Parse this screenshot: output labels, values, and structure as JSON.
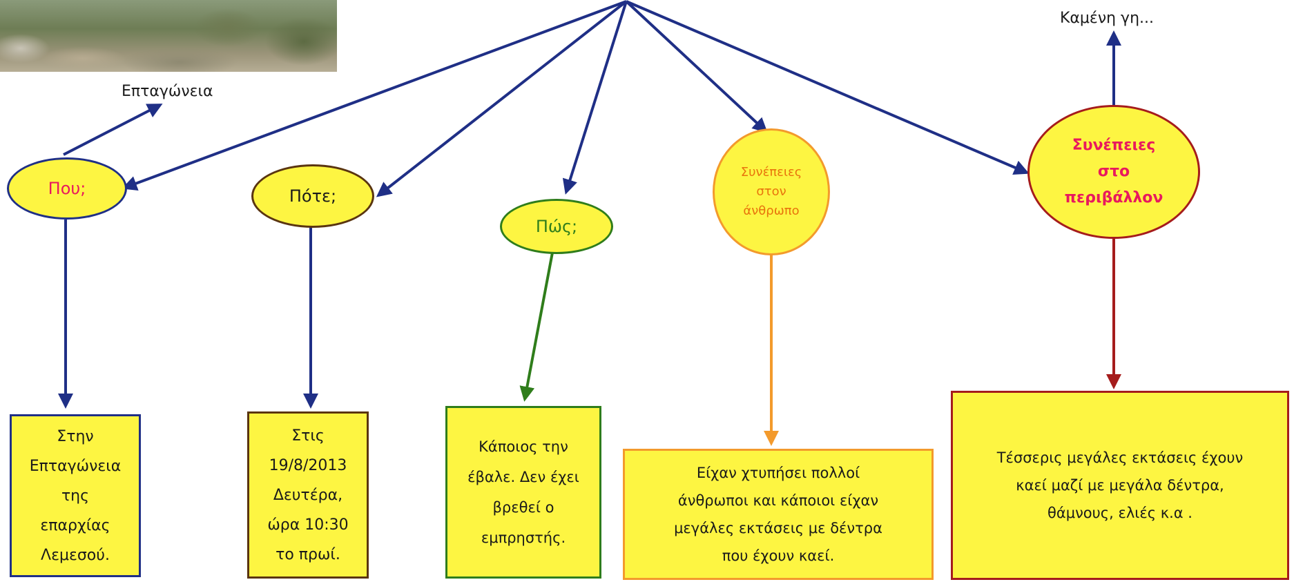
{
  "labels": {
    "where_note": "Επταγώνεια",
    "env_note": "Καμένη γη..."
  },
  "nodes": {
    "where": "Που;",
    "when": "Πότε;",
    "how": "Πώς;",
    "human": "Συνέπειες\nστον\nάνθρωπο",
    "environment": "Συνέπειες\nστο\nπεριβάλλον"
  },
  "boxes": {
    "where": "Στην\nΕπταγώνεια\nτης\nεπαρχίας\nΛεμεσού.",
    "when": "Στις\n19/8/2013\nΔευτέρα,\nώρα 10:30\nτο πρωί.",
    "how": "Κάποιος την\nέβαλε. Δεν έχει\nβρεθεί ο\nεμπρηστής.",
    "human": "Είχαν χτυπήσει πολλοί\nάνθρωποι και κάποιοι είχαν\nμεγάλες εκτάσεις με δέντρα\nπου έχουν καεί.",
    "environment": "Τέσσερις μεγάλες εκτάσεις έχουν\nκαεί μαζί με μεγάλα δέντρα,\nθάμνους, ελιές κ.α ."
  },
  "colors": {
    "fill": "#fdf542",
    "navy": "#1f2f86",
    "brown": "#5a3510",
    "green": "#2f7d1b",
    "orange": "#f39a2c",
    "darkred": "#a51c1c",
    "pink_text": "#e8195e"
  }
}
